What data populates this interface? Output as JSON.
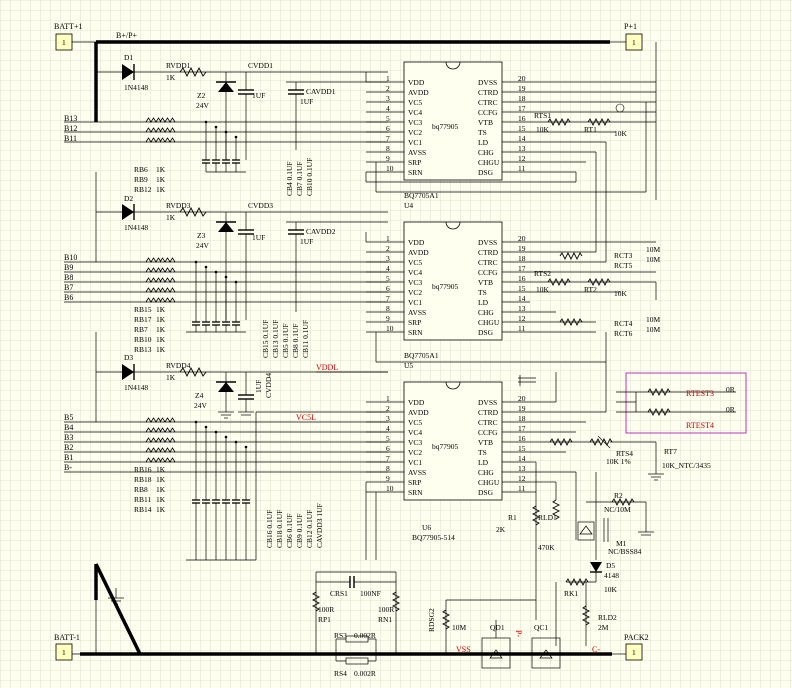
{
  "ports": [
    {
      "name": "BATT+1",
      "pin": "1"
    },
    {
      "name": "P+1",
      "pin": "1"
    },
    {
      "name": "BATT-1",
      "pin": "1"
    },
    {
      "name": "PACK2",
      "pin": "1"
    }
  ],
  "net_labels": {
    "bplus": "B+/P+",
    "vddl": "VDDL",
    "vc5l": "VC5L",
    "b_group1": [
      "B13",
      "B12",
      "B11"
    ],
    "b_group2": [
      "B10",
      "B9",
      "B8",
      "B7",
      "B6"
    ],
    "b_group3": [
      "B5",
      "B4",
      "B3",
      "B2",
      "B1",
      "B-"
    ],
    "vss": "VSS",
    "c_minus": "C-",
    "p_minus": "P-"
  },
  "chips": [
    {
      "ref": "U4",
      "name": "BQ7705A1",
      "center": "bq77905"
    },
    {
      "ref": "U5",
      "name": "BQ7705A1",
      "center": "bq77905"
    },
    {
      "ref": "U6",
      "name": "BQ77905-514",
      "center": "bq77905"
    }
  ],
  "left_pins": [
    {
      "n": "1",
      "name": "VDD"
    },
    {
      "n": "2",
      "name": "AVDD"
    },
    {
      "n": "3",
      "name": "VC5"
    },
    {
      "n": "4",
      "name": "VC4"
    },
    {
      "n": "5",
      "name": "VC3"
    },
    {
      "n": "6",
      "name": "VC2"
    },
    {
      "n": "7",
      "name": "VC1"
    },
    {
      "n": "8",
      "name": "AVSS"
    },
    {
      "n": "9",
      "name": "SRP"
    },
    {
      "n": "10",
      "name": "SRN"
    }
  ],
  "right_pins": [
    {
      "n": "20",
      "name": "DVSS"
    },
    {
      "n": "19",
      "name": "CTRD"
    },
    {
      "n": "18",
      "name": "CTRC"
    },
    {
      "n": "17",
      "name": "CCFG"
    },
    {
      "n": "16",
      "name": "VTB"
    },
    {
      "n": "15",
      "name": "TS"
    },
    {
      "n": "14",
      "name": "LD"
    },
    {
      "n": "13",
      "name": "CHG"
    },
    {
      "n": "12",
      "name": "CHGU"
    },
    {
      "n": "11",
      "name": "DSG"
    }
  ],
  "diodes": [
    {
      "ref": "D1",
      "value": "1N4148"
    },
    {
      "ref": "D2",
      "value": "1N4148"
    },
    {
      "ref": "D3",
      "value": "1N4148"
    },
    {
      "ref": "D5",
      "value": "4148"
    }
  ],
  "zeners": [
    {
      "ref": "Z2",
      "value": "24V"
    },
    {
      "ref": "Z3",
      "value": "24V"
    },
    {
      "ref": "Z4",
      "value": "24V"
    }
  ],
  "supply_resistors": [
    {
      "ref": "RVDD1",
      "value": "1K"
    },
    {
      "ref": "RVDD3",
      "value": "1K"
    },
    {
      "ref": "RVDD4",
      "value": "1K"
    }
  ],
  "supply_caps": [
    {
      "ref": "CVDD1",
      "value": "1UF"
    },
    {
      "ref": "CAVDD1",
      "value": "1UF"
    },
    {
      "ref": "CVDD3",
      "value": "1UF"
    },
    {
      "ref": "CAVDD2",
      "value": "1UF"
    },
    {
      "ref": "CVDD4",
      "value": "1UF"
    }
  ],
  "cell_resistors_1": [
    {
      "ref": "RB6",
      "value": "1K"
    },
    {
      "ref": "RB9",
      "value": "1K"
    },
    {
      "ref": "RB12",
      "value": "1K"
    }
  ],
  "cell_resistors_2": [
    {
      "ref": "RB15",
      "value": "1K"
    },
    {
      "ref": "RB17",
      "value": "1K"
    },
    {
      "ref": "RB7",
      "value": "1K"
    },
    {
      "ref": "RB10",
      "value": "1K"
    },
    {
      "ref": "RB13",
      "value": "1K"
    }
  ],
  "cell_resistors_3": [
    {
      "ref": "RB16",
      "value": "1K"
    },
    {
      "ref": "RB18",
      "value": "1K"
    },
    {
      "ref": "RB8",
      "value": "1K"
    },
    {
      "ref": "RB11",
      "value": "1K"
    },
    {
      "ref": "RB14",
      "value": "1K"
    }
  ],
  "cell_caps_1": [
    "CB4 0.1UF",
    "CB7 0.1UF",
    "CB10 0.1UF"
  ],
  "cell_caps_2": [
    "CB15 0.1UF",
    "CB13 0.1UF",
    "CB5 0.1UF",
    "CB8 0.1UF",
    "CB11 0.1UF"
  ],
  "cell_caps_3": [
    "CB16 0.1UF",
    "CB18 0.1UF",
    "CB6 0.1UF",
    "CB9 0.1UF",
    "CB12 0.1UF",
    "CAVDD3 1UF"
  ],
  "right_parts": [
    {
      "ref": "RTS1",
      "value": "10K"
    },
    {
      "ref": "RT1",
      "value": "10K"
    },
    {
      "ref": "RCT3",
      "value": "10M"
    },
    {
      "ref": "RCT5",
      "value": "10M"
    },
    {
      "ref": "RTS2",
      "value": "10K"
    },
    {
      "ref": "RT2",
      "value": "10K"
    },
    {
      "ref": "RCT4",
      "value": "10M"
    },
    {
      "ref": "RCT6",
      "value": "10M"
    },
    {
      "ref": "RTS4",
      "value": "10K 1%"
    },
    {
      "ref": "RT7",
      "value": "10K_NTC/3435"
    },
    {
      "ref": "RTEST3",
      "value": "0R"
    },
    {
      "ref": "RTEST4",
      "value": "0R"
    },
    {
      "ref": "R2",
      "value": "NC/10M"
    },
    {
      "ref": "M1",
      "value": "NC/BSS84"
    },
    {
      "ref": "R1",
      "value": "2K"
    },
    {
      "ref": "RLD1",
      "value": "470K"
    },
    {
      "ref": "RK1",
      "value": "10K"
    },
    {
      "ref": "RLD2",
      "value": "2M"
    },
    {
      "ref": "RDSG2",
      "value": "10M"
    },
    {
      "ref": "QD1",
      "value": ""
    },
    {
      "ref": "QC1",
      "value": ""
    }
  ],
  "sense_parts": [
    {
      "ref": "CRS1",
      "value": "100NF"
    },
    {
      "ref": "RP1",
      "value": "100R"
    },
    {
      "ref": "RN1",
      "value": "100R"
    },
    {
      "ref": "RS3",
      "value": "0.002R"
    },
    {
      "ref": "RS4",
      "value": "0.002R"
    }
  ]
}
